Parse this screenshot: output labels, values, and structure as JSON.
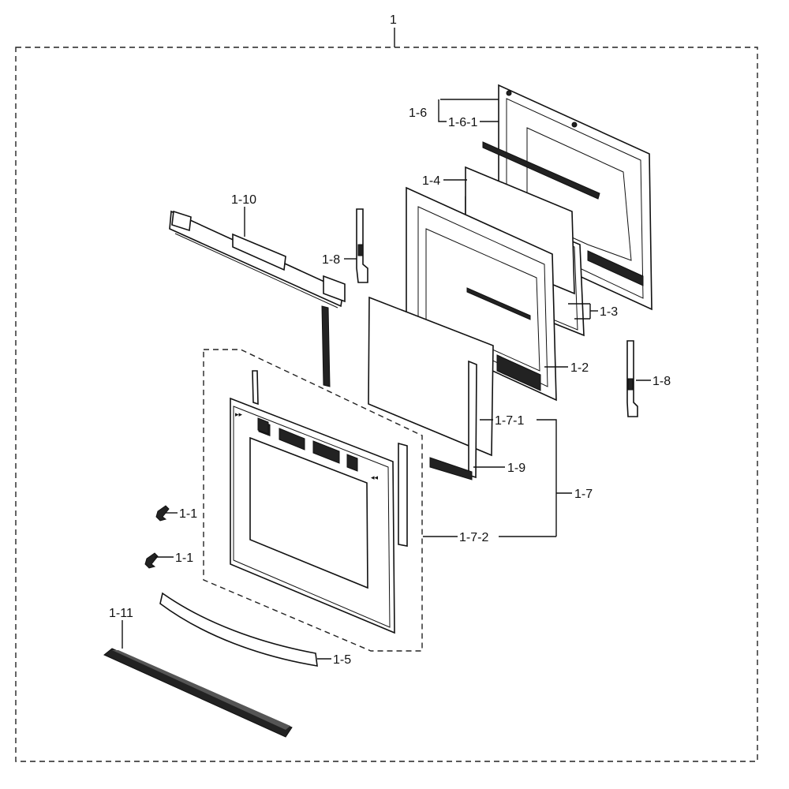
{
  "labels": {
    "assembly": "1",
    "hinge_cover_a": "1-1",
    "hinge_cover_b": "1-1",
    "inner_frame": "1-2",
    "inner_glass": "1-3",
    "middle_glass": "1-4",
    "handle": "1-5",
    "door_liner": "1-6",
    "door_liner_sub": "1-6-1",
    "door_outer": "1-7",
    "outer_glass": "1-7-1",
    "outer_panel": "1-7-2",
    "hinge_left": "1-8",
    "hinge_right": "1-8",
    "side_trim": "1-9",
    "top_trim": "1-10",
    "bottom_trim": "1-11"
  }
}
